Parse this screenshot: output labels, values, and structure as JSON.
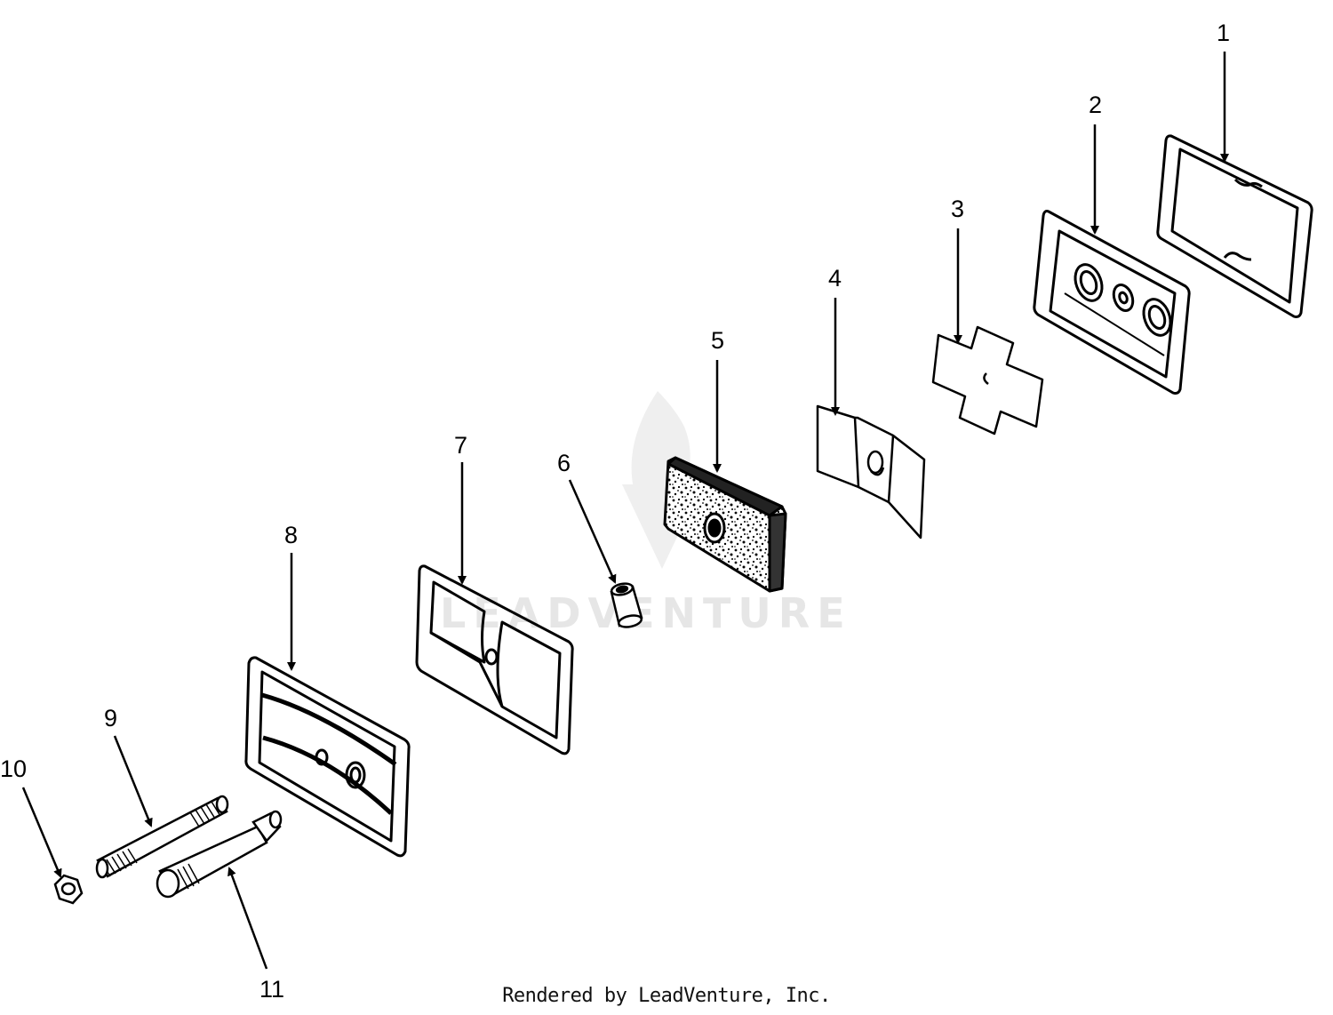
{
  "diagram": {
    "callouts": [
      "1",
      "2",
      "3",
      "4",
      "5",
      "6",
      "7",
      "8",
      "9",
      "10",
      "11"
    ],
    "watermark_text": "LEADVENTURE"
  },
  "footer": {
    "text": "Rendered by LeadVenture, Inc."
  }
}
